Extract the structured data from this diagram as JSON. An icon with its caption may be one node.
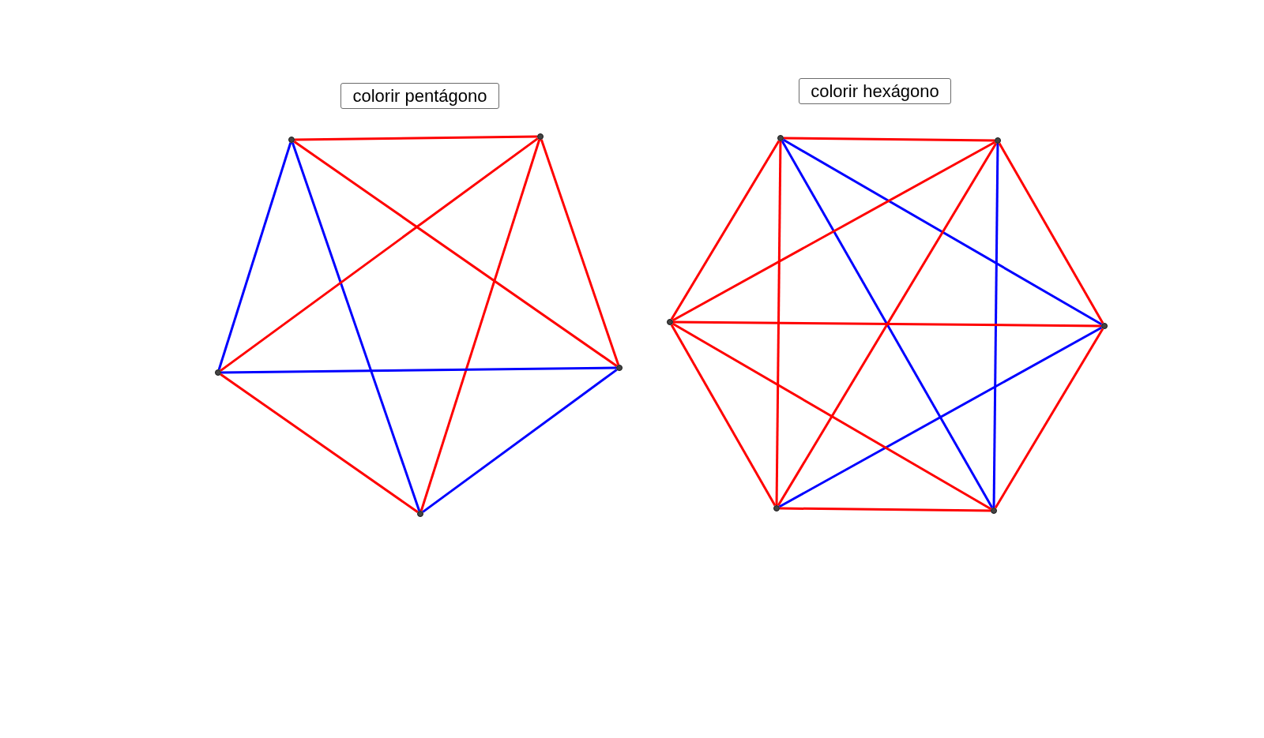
{
  "diagram": {
    "nodes": [
      {
        "text": [
          "colorir pentágono"
        ]
      },
      {
        "text": [
          "colorir hexágono"
        ]
      },
      {
        "text": [],
        "shape": "circle"
      },
      {
        "text": [],
        "shape": "circle"
      },
      {
        "text": [],
        "shape": "circle"
      },
      {
        "text": [],
        "shape": "circle"
      },
      {
        "text": [],
        "shape": "circle"
      },
      {
        "text": [],
        "shape": "circle"
      },
      {
        "text": [],
        "shape": "circle"
      },
      {
        "text": [],
        "shape": "circle"
      },
      {
        "text": [],
        "shape": "circle"
      },
      {
        "text": [],
        "shape": "circle"
      },
      {
        "text": [],
        "shape": "circle"
      }
    ],
    "edges": [
      {
        "from": 2,
        "to": 3,
        "arrow": "none"
      },
      {
        "from": 2,
        "to": 5,
        "arrow": "none"
      },
      {
        "from": 2,
        "to": 6,
        "arrow": "none",
        "color": "#0000ff"
      },
      {
        "from": 2,
        "to": 4,
        "arrow": "none",
        "color": "#0000ff"
      },
      {
        "from": 3,
        "to": 4,
        "arrow": "none"
      },
      {
        "from": 3,
        "to": 6,
        "arrow": "none"
      },
      {
        "from": 3,
        "to": 5,
        "arrow": "none"
      },
      {
        "from": 4,
        "to": 5,
        "arrow": "none",
        "color": "#0000ff"
      },
      {
        "from": 5,
        "to": 6,
        "arrow": "none",
        "color": "#0000ff"
      },
      {
        "from": 4,
        "to": 6,
        "arrow": "none"
      },
      {
        "from": 7,
        "to": 8,
        "arrow": "none"
      },
      {
        "from": 7,
        "to": 10,
        "arrow": "none",
        "color": "#0000ff"
      },
      {
        "from": 7,
        "to": 12,
        "arrow": "none",
        "color": "#0000ff"
      },
      {
        "from": 7,
        "to": 11,
        "arrow": "none"
      },
      {
        "from": 7,
        "to": 9,
        "arrow": "none"
      },
      {
        "from": 8,
        "to": 9,
        "arrow": "none"
      },
      {
        "from": 8,
        "to": 11,
        "arrow": "none"
      },
      {
        "from": 8,
        "to": 12,
        "arrow": "none",
        "color": "#0000ff"
      },
      {
        "from": 8,
        "to": 10,
        "arrow": "none"
      },
      {
        "from": 9,
        "to": 10,
        "arrow": "none"
      },
      {
        "from": 10,
        "to": 11,
        "arrow": "none",
        "color": "#0000ff"
      },
      {
        "from": 10,
        "to": 12,
        "arrow": "none"
      },
      {
        "from": 11,
        "to": 12,
        "arrow": "none"
      },
      {
        "from": 9,
        "to": 12,
        "arrow": "none"
      },
      {
        "from": 9,
        "to": 11,
        "arrow": "none"
      }
    ]
  }
}
